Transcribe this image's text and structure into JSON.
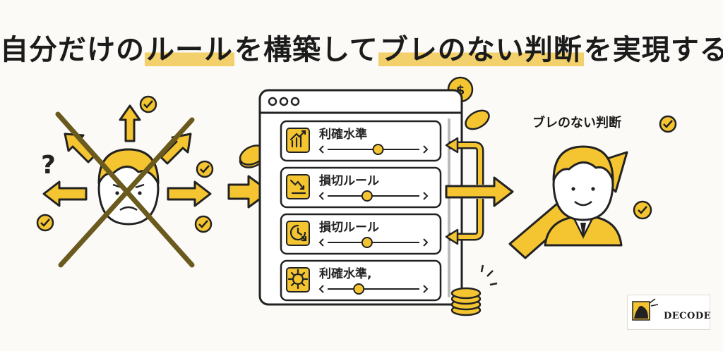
{
  "title": {
    "part1": "自分だけの",
    "part2": "ルール",
    "part3": "を構築して",
    "part4": "ブレのない判断",
    "part5": "を実現する"
  },
  "left_figure": {
    "question_mark": "?",
    "check_count": 4,
    "crossed_out": true
  },
  "rules_panel": {
    "rules": [
      {
        "label": "利確水準",
        "icon": "chart-up-icon",
        "slider_value": 0.55
      },
      {
        "label": "損切ルール",
        "icon": "chart-down-icon",
        "slider_value": 0.43
      },
      {
        "label": "損切ルール",
        "icon": "clock-icon",
        "slider_value": 0.43
      },
      {
        "label": "利確水準,",
        "icon": "gear-icon",
        "slider_value": 0.34
      }
    ],
    "coin_symbol": "$"
  },
  "result": {
    "title": "ブレのない判断"
  },
  "logo": {
    "text": "DECODE"
  },
  "colors": {
    "accent": "#f4c531",
    "dark": "#222222",
    "highlight": "#f2d06b",
    "cross": "#6b5a1e"
  }
}
